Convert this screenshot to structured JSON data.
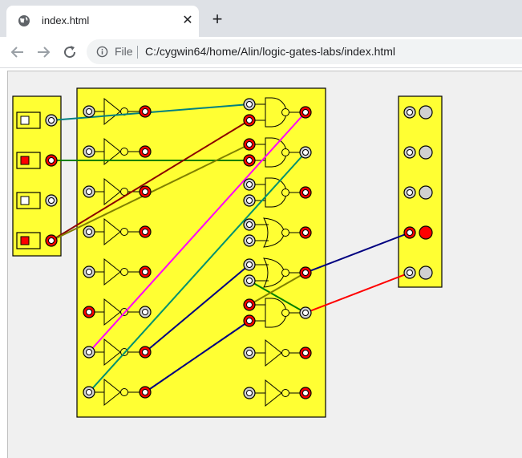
{
  "tab": {
    "title": "index.html",
    "close_glyph": "✕",
    "favicon": "globe-icon"
  },
  "new_tab_glyph": "+",
  "address": {
    "scheme_label": "File",
    "url": "C:/cygwin64/home/Alin/logic-gates-labs/index.html"
  },
  "icons": {
    "back": "arrow-left-icon",
    "forward": "arrow-right-icon",
    "reload": "reload-icon",
    "info": "info-icon"
  },
  "colors": {
    "panel_fill": "#ffff33",
    "pin_high": "#ff0000",
    "pin_low": "#d0d0d0",
    "wire_teal": "#008080",
    "wire_green": "#008000",
    "wire_darkred": "#8b0000",
    "wire_olive": "#808000",
    "wire_magenta": "#ff00ff",
    "wire_navy": "#000080",
    "wire_red": "#ff0000",
    "wire_seagreen": "#009070"
  },
  "circuit": {
    "switches": [
      {
        "on": false
      },
      {
        "on": true
      },
      {
        "on": false
      },
      {
        "on": true
      }
    ],
    "not_gates": [
      {
        "input_high": false,
        "output_high": true
      },
      {
        "input_high": false,
        "output_high": true
      },
      {
        "input_high": false,
        "output_high": true
      },
      {
        "input_high": false,
        "output_high": true
      },
      {
        "input_high": false,
        "output_high": true
      },
      {
        "input_high": true,
        "output_high": false
      },
      {
        "input_high": false,
        "output_high": true
      },
      {
        "input_high": false,
        "output_high": true
      }
    ],
    "right_gates": [
      {
        "type": "and",
        "inputs": [
          false,
          true
        ],
        "output_high": true
      },
      {
        "type": "and",
        "inputs": [
          true,
          true
        ],
        "output_high": false
      },
      {
        "type": "and",
        "inputs": [
          false,
          false
        ],
        "output_high": true
      },
      {
        "type": "or",
        "inputs": [
          false,
          false
        ],
        "output_high": true
      },
      {
        "type": "or",
        "inputs": [
          false,
          false
        ],
        "output_high": true
      },
      {
        "type": "and",
        "inputs": [
          true,
          true
        ],
        "output_high": false
      },
      {
        "type": "not",
        "inputs": [
          false
        ],
        "output_high": true
      },
      {
        "type": "not",
        "inputs": [
          false
        ],
        "output_high": true
      }
    ],
    "leds": [
      {
        "input_high": false,
        "on": false
      },
      {
        "input_high": false,
        "on": false
      },
      {
        "input_high": false,
        "on": false
      },
      {
        "input_high": true,
        "on": true
      },
      {
        "input_high": false,
        "on": false
      }
    ],
    "wires": [
      {
        "from": "switch-pin-1",
        "to": "rgate-0-in-0",
        "color": "wire_teal"
      },
      {
        "from": "switch-pin-2",
        "to": "rgate-1-in-1",
        "color": "wire_green"
      },
      {
        "from": "switch-pin-4",
        "to": "rgate-0-in-1",
        "color": "wire_darkred"
      },
      {
        "from": "switch-pin-4",
        "to": "rgate-1-in-0",
        "color": "wire_olive"
      },
      {
        "from": "not-6-in",
        "to": "rgate-0-out",
        "color": "wire_magenta"
      },
      {
        "from": "not-6-out",
        "to": "rgate-4-in-0",
        "color": "wire_navy"
      },
      {
        "from": "not-7-in",
        "to": "rgate-1-out",
        "color": "wire_seagreen"
      },
      {
        "from": "not-7-out",
        "to": "rgate-5-in-1",
        "color": "wire_navy"
      },
      {
        "from": "rgate-4-out",
        "to": "led-4-in",
        "color": "wire_navy"
      },
      {
        "from": "rgate-5-out",
        "to": "led-5-in",
        "color": "wire_red"
      },
      {
        "from": "rgate-4-in-1",
        "to": "rgate-5-out",
        "color": "wire_green"
      },
      {
        "from": "rgate-5-in-0",
        "to": "rgate-4-out",
        "color": "wire_olive"
      }
    ]
  }
}
